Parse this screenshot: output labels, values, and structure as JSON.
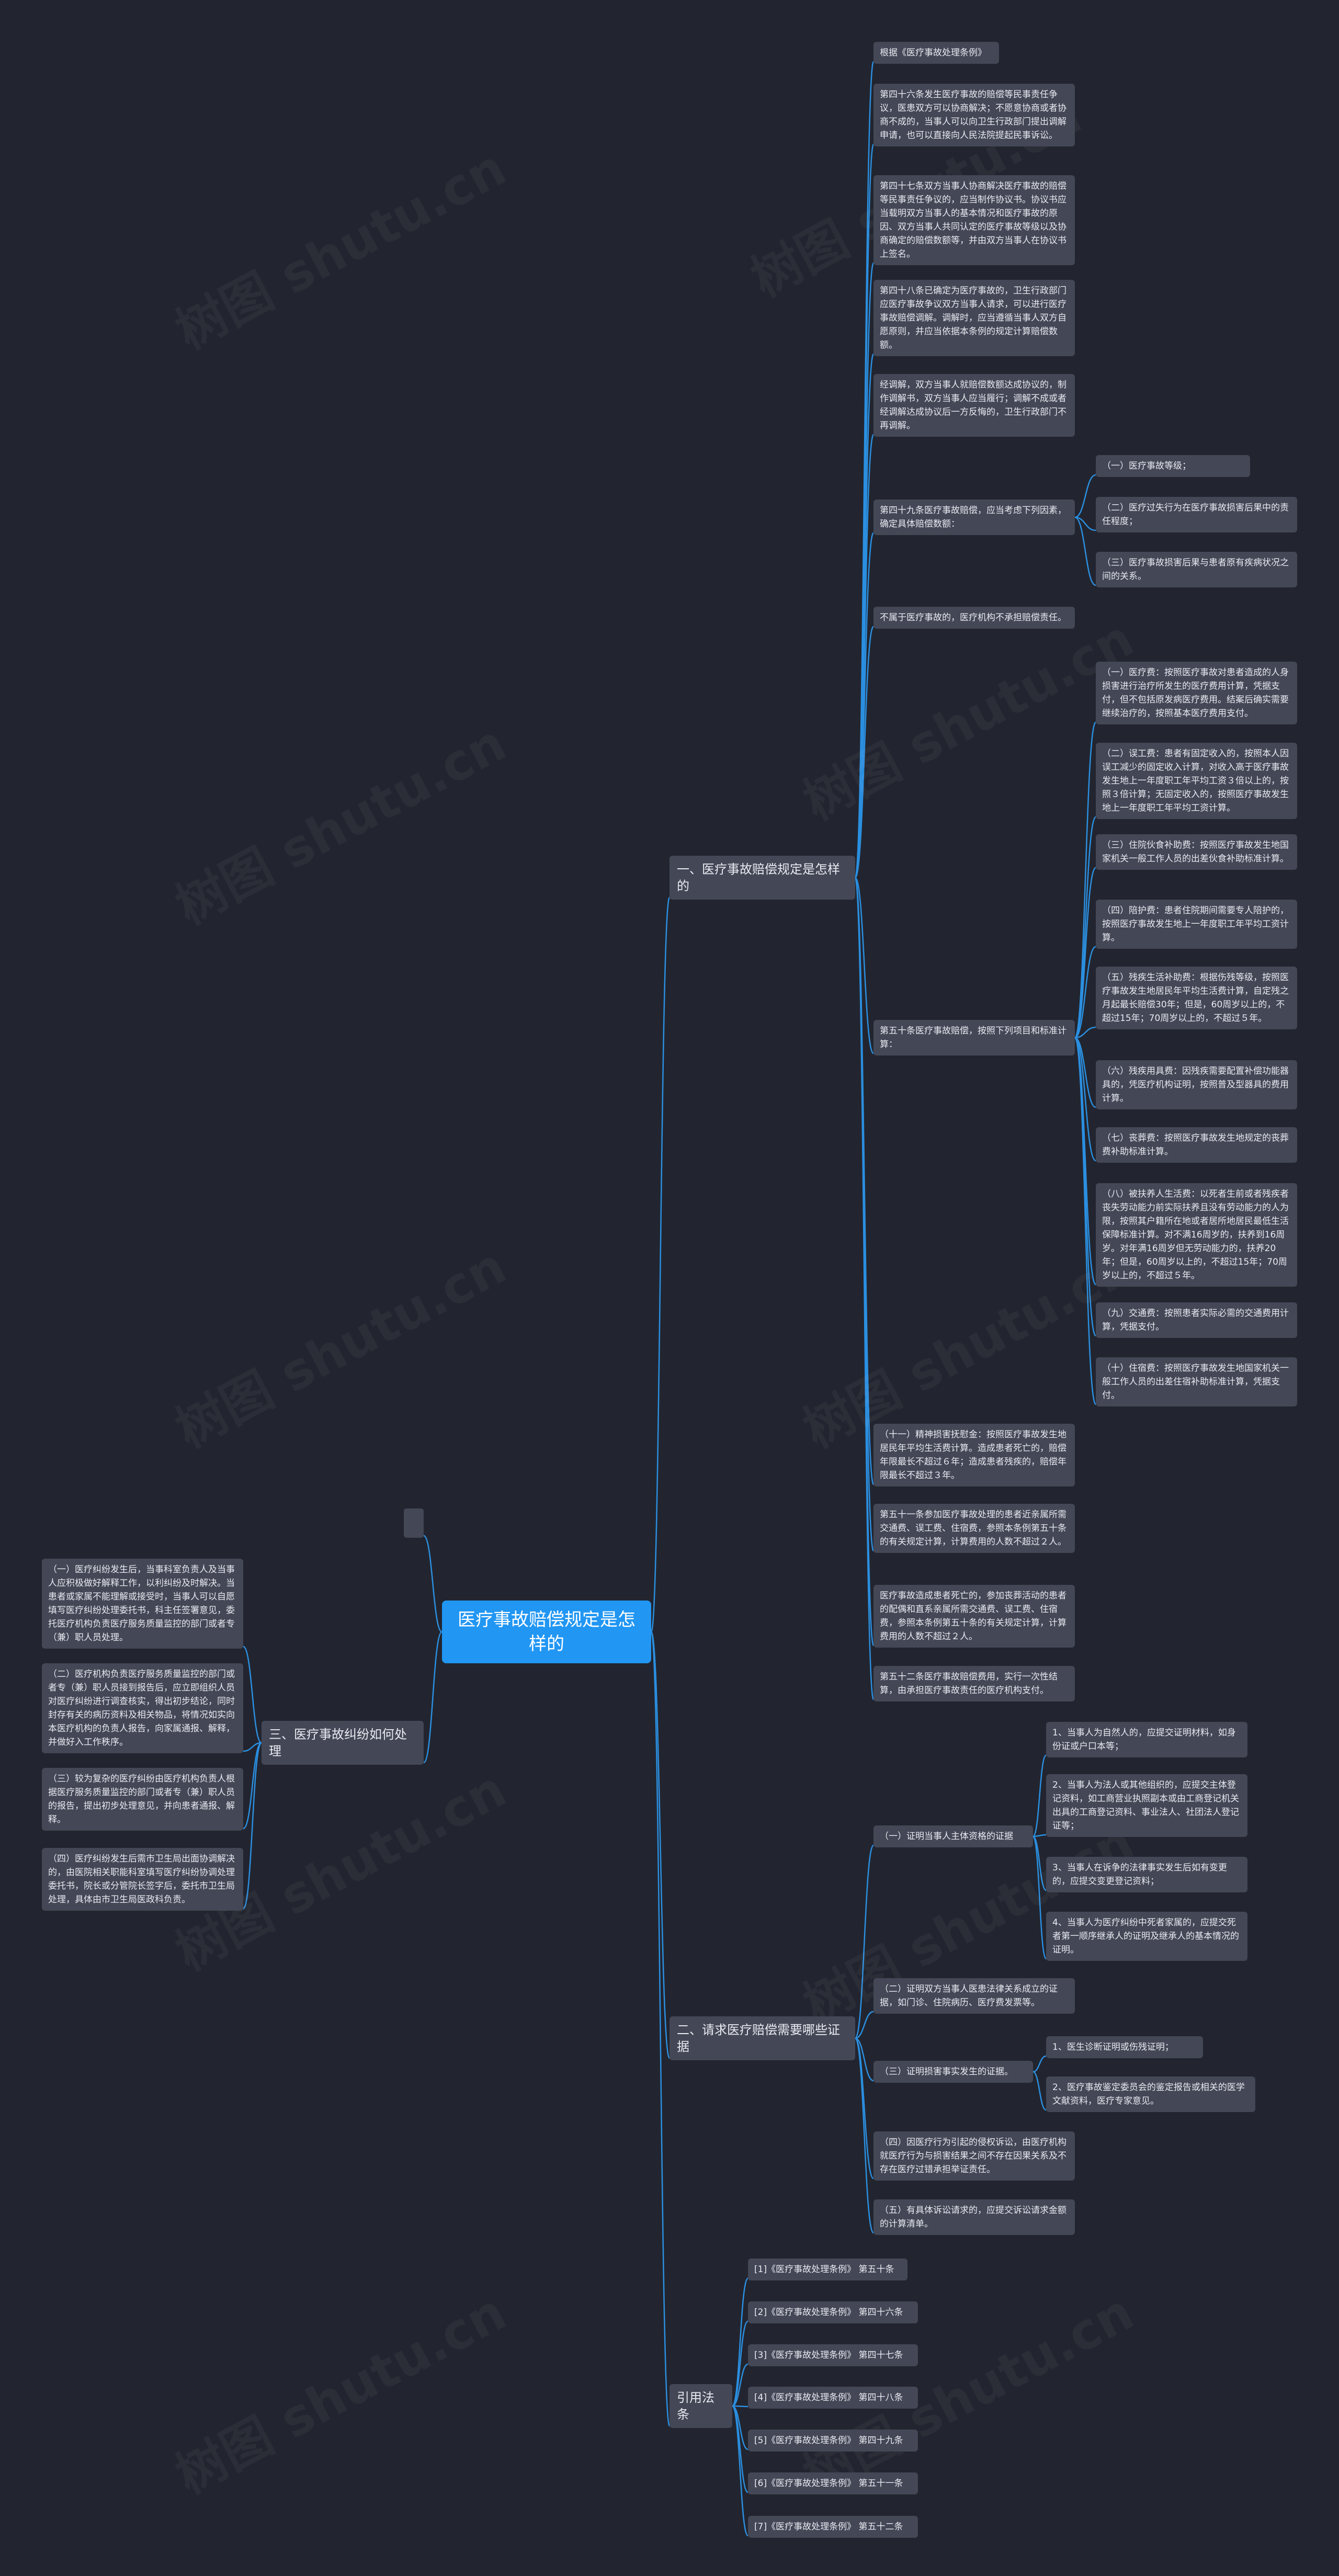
{
  "colors": {
    "background": "#22252f",
    "root": "#2196f3",
    "node": "#434756",
    "line": "#2b8fe0"
  },
  "root": {
    "label": "医疗事故赔偿规定是怎样的"
  },
  "watermark": "树图 shutu.cn",
  "left_branch": {
    "label": "三、医疗事故纠纷如何处理",
    "items": [
      "（一）医疗纠纷发生后，当事科室负责人及当事人应积极做好解释工作，以利纠纷及时解决。当患者或家属不能理解或接受时，当事人可以自愿填写医疗纠纷处理委托书，科主任签署意见，委托医疗机构负责医疗服务质量监控的部门或者专（兼）职人员处理。",
      "（二）医疗机构负责医疗服务质量监控的部门或者专（兼）职人员接到报告后，应立即组织人员对医疗纠纷进行调查核实，得出初步结论，同时封存有关的病历资料及相关物品，将情况如实向本医疗机构的负责人报告，向家属通报、解释，并做好入工作秩序。",
      "（三）较为复杂的医疗纠纷由医疗机构负责人根据医疗服务质量监控的部门或者专（兼）职人员的报告，提出初步处理意见，并向患者通报、解释。",
      "（四）医疗纠纷发生后需市卫生局出面协调解决的，由医院相关职能科室填写医疗纠纷协调处理委托书，院长或分管院长签字后，委托市卫生局处理，具体由市卫生局医政科负责。"
    ]
  },
  "branch1": {
    "label": "一、医疗事故赔偿规定是怎样的",
    "items": [
      "根据《医疗事故处理条例》",
      "第四十六条发生医疗事故的赔偿等民事责任争议，医患双方可以协商解决；不愿意协商或者协商不成的，当事人可以向卫生行政部门提出调解申请，也可以直接向人民法院提起民事诉讼。",
      "第四十七条双方当事人协商解决医疗事故的赔偿等民事责任争议的，应当制作协议书。协议书应当载明双方当事人的基本情况和医疗事故的原因、双方当事人共同认定的医疗事故等级以及协商确定的赔偿数额等，并由双方当事人在协议书上签名。",
      "第四十八条已确定为医疗事故的，卫生行政部门应医疗事故争议双方当事人请求，可以进行医疗事故赔偿调解。调解时，应当遵循当事人双方自愿原则，并应当依据本条例的规定计算赔偿数额。",
      "经调解，双方当事人就赔偿数额达成协议的，制作调解书，双方当事人应当履行；调解不成或者经调解达成协议后一方反悔的，卫生行政部门不再调解。",
      "第四十九条医疗事故赔偿，应当考虑下列因素，确定具体赔偿数额：",
      "不属于医疗事故的，医疗机构不承担赔偿责任。",
      "第五十条医疗事故赔偿，按照下列项目和标准计算：",
      "（十一）精神损害抚慰金：按照医疗事故发生地居民年平均生活费计算。造成患者死亡的，赔偿年限最长不超过６年；造成患者残疾的，赔偿年限最长不超过３年。",
      "第五十一条参加医疗事故处理的患者近亲属所需交通费、误工费、住宿费，参照本条例第五十条的有关规定计算，计算费用的人数不超过２人。",
      "医疗事故造成患者死亡的，参加丧葬活动的患者的配偶和直系亲属所需交通费、误工费、住宿费，参照本条例第五十条的有关规定计算，计算费用的人数不超过２人。",
      "第五十二条医疗事故赔偿费用，实行一次性结算，由承担医疗事故责任的医疗机构支付。"
    ],
    "factors": [
      "（一）医疗事故等级；",
      "（二）医疗过失行为在医疗事故损害后果中的责任程度；",
      "（三）医疗事故损害后果与患者原有疾病状况之间的关系。"
    ],
    "standards": [
      "（一）医疗费：按照医疗事故对患者造成的人身损害进行治疗所发生的医疗费用计算，凭据支付，但不包括原发病医疗费用。结案后确实需要继续治疗的，按照基本医疗费用支付。",
      "（二）误工费：患者有固定收入的，按照本人因误工减少的固定收入计算，对收入高于医疗事故发生地上一年度职工年平均工资３倍以上的，按照３倍计算；无固定收入的，按照医疗事故发生地上一年度职工年平均工资计算。",
      "（三）住院伙食补助费：按照医疗事故发生地国家机关一般工作人员的出差伙食补助标准计算。",
      "（四）陪护费：患者住院期间需要专人陪护的，按照医疗事故发生地上一年度职工年平均工资计算。",
      "（五）残疾生活补助费：根据伤残等级，按照医疗事故发生地居民年平均生活费计算，自定残之月起最长赔偿30年；但是，60周岁以上的，不超过15年；70周岁以上的，不超过５年。",
      "（六）残疾用具费：因残疾需要配置补偿功能器具的，凭医疗机构证明，按照普及型器具的费用计算。",
      "（七）丧葬费：按照医疗事故发生地规定的丧葬费补助标准计算。",
      "（八）被扶养人生活费：以死者生前或者残疾者丧失劳动能力前实际扶养且没有劳动能力的人为限，按照其户籍所在地或者居所地居民最低生活保障标准计算。对不满16周岁的，扶养到16周岁。对年满16周岁但无劳动能力的，扶养20年；但是，60周岁以上的，不超过15年；70周岁以上的，不超过５年。",
      "（九）交通费：按照患者实际必需的交通费用计算，凭据支付。",
      "（十）住宿费：按照医疗事故发生地国家机关一般工作人员的出差住宿补助标准计算，凭据支付。"
    ]
  },
  "branch2": {
    "label": "二、请求医疗赔偿需要哪些证据",
    "items": [
      "（一）证明当事人主体资格的证据",
      "（二）证明双方当事人医患法律关系成立的证据，如门诊、住院病历、医疗费发票等。",
      "（三）证明损害事实发生的证据。",
      "（四）因医疗行为引起的侵权诉讼，由医疗机构就医疗行为与损害结果之间不存在因果关系及不存在医疗过错承担举证责任。",
      "（五）有具体诉讼请求的，应提交诉讼请求金额的计算清单。"
    ],
    "subject_items": [
      "1、当事人为自然人的，应提交证明材料，如身份证或户口本等；",
      "2、当事人为法人或其他组织的，应提交主体登记资料，如工商营业执照副本或由工商登记机关出具的工商登记资料、事业法人、社团法人登记证等；",
      "3、当事人在诉争的法律事实发生后如有变更的，应提交变更登记资料；",
      "4、当事人为医疗纠纷中死者家属的，应提交死者第一顺序继承人的证明及继承人的基本情况的证明。"
    ],
    "damage_items": [
      "1、医生诊断证明或伤残证明；",
      "2、医疗事故鉴定委员会的鉴定报告或相关的医学文献资料，医疗专家意见。"
    ]
  },
  "branch3": {
    "label": "引用法条",
    "items": [
      "[1]《医疗事故处理条例》 第五十条",
      "[2]《医疗事故处理条例》 第四十六条",
      "[3]《医疗事故处理条例》 第四十七条",
      "[4]《医疗事故处理条例》 第四十八条",
      "[5]《医疗事故处理条例》 第四十九条",
      "[6]《医疗事故处理条例》 第五十一条",
      "[7]《医疗事故处理条例》 第五十二条"
    ]
  }
}
